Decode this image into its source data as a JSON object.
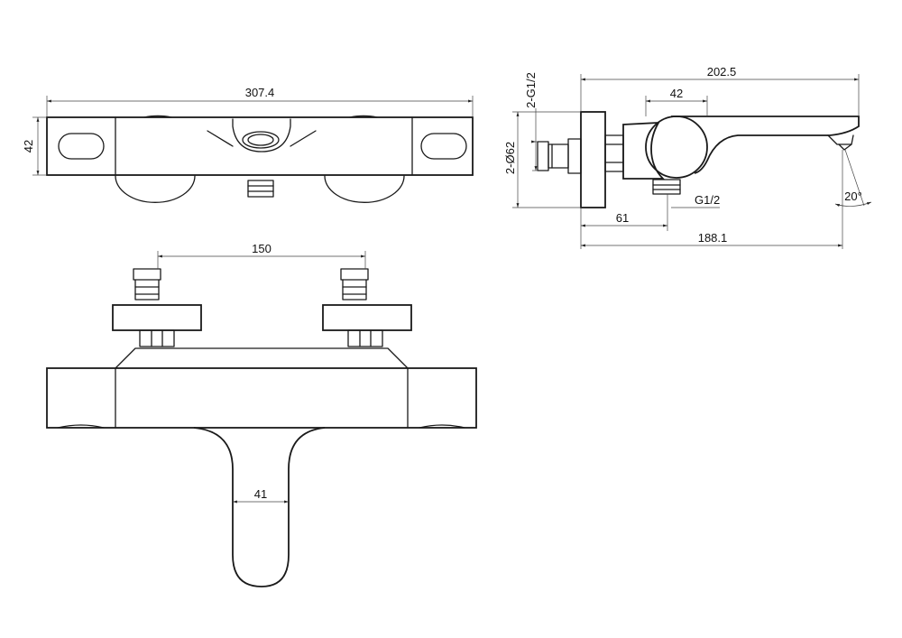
{
  "drawing": {
    "background": "#ffffff",
    "line_color": "#1a1a1a",
    "dimensions": {
      "top_length": "307.4",
      "top_height": "42",
      "side_inlet": "2-G1/2",
      "side_overall": "202.5",
      "side_body": "42",
      "side_diameter": "2-Ø62",
      "side_outlet": "G1/2",
      "side_angle": "20°",
      "side_offset": "61",
      "side_depth": "188.1",
      "front_centers": "150",
      "front_spout": "41"
    }
  }
}
